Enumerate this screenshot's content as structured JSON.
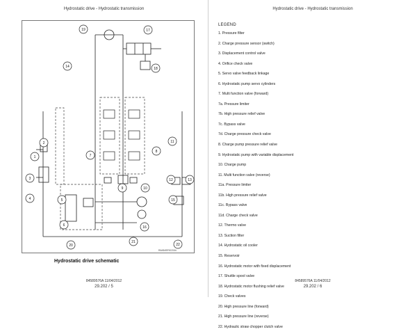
{
  "left_page": {
    "header": "Hydrostatic drive - Hydrostatic transmission",
    "caption": "Hydrostatic drive schematic",
    "figure_code": "RAIS4SF0CG04",
    "footer_doc": "84589576A 11/04/2012",
    "footer_page": "29.202 / 5",
    "callouts": [
      "19",
      "17",
      "14",
      "18",
      "7",
      "8",
      "9",
      "10",
      "11",
      "12",
      "13",
      "1",
      "2",
      "3",
      "4",
      "5",
      "6",
      "15",
      "16",
      "20",
      "21",
      "22"
    ]
  },
  "right_page": {
    "header": "Hydrostatic drive - Hydrostatic transmission",
    "legend_title": "LEGEND",
    "legend": [
      "1.  Pressure filter",
      "2.  Charge pressure sensor (switch)",
      "3.  Displacement control valve",
      "4.  Orifice check valve",
      "5.  Servo valve feedback linkage",
      "6.  Hydrostatic pump servo cylinders",
      "7.  Multi function valve (forward)",
      "7a.  Pressure limiter",
      "7b.  High pressure relief valve",
      "7c.  Bypass valve",
      "7d.  Charge pressure check valve",
      "8.  Charge pump pressure relief valve",
      "9.  Hydrostatic pump with variable displacement",
      "10.  Charge pump",
      "11.  Multi function valve (reverse)",
      "11a.  Pressure limiter",
      "11b.  High pressure relief valve",
      "11c.  Bypass valve",
      "11d.  Charge check valve",
      "12.  Thermo valve",
      "13.  Suction filter",
      "14.  Hydrostatic oil cooler",
      "15.  Reservoir",
      "16.  Hydrostatic motor with fixed displacement",
      "17.  Shuttle spool valve",
      "18.  Hydrostatic motor flushing relief valve",
      "19.  Check valves",
      "20.  High pressure line (forward)",
      "21.  High pressure line (reverse)",
      "22.  Hydraulic straw chopper clutch valve"
    ],
    "footer_doc": "84589576A 11/04/2012",
    "footer_page": "29.202 / 6"
  }
}
